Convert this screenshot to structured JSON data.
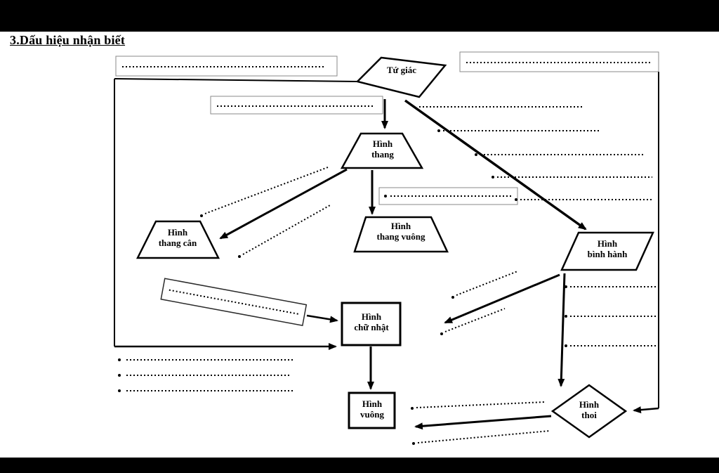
{
  "title": "3.Dấu hiệu nhận biết",
  "nodes": {
    "tu_giac": {
      "label": "Tứ giác"
    },
    "hinh_thang": {
      "line1": "Hình",
      "line2": "thang"
    },
    "hinh_thang_can": {
      "line1": "Hình",
      "line2": "thang cân"
    },
    "hinh_thang_vuong": {
      "line1": "Hình",
      "line2": "thang vuông"
    },
    "hinh_binh_hanh": {
      "line1": "Hình",
      "line2": "bình hành"
    },
    "hinh_chu_nhat": {
      "line1": "Hình",
      "line2": "chữ nhật"
    },
    "hinh_vuong": {
      "line1": "Hình",
      "line2": "vuông"
    },
    "hinh_thoi": {
      "line1": "Hình",
      "line2": "thoi"
    }
  },
  "colors": {
    "page_background": "#000000",
    "canvas": "#ffffff",
    "ink": "#000000"
  }
}
